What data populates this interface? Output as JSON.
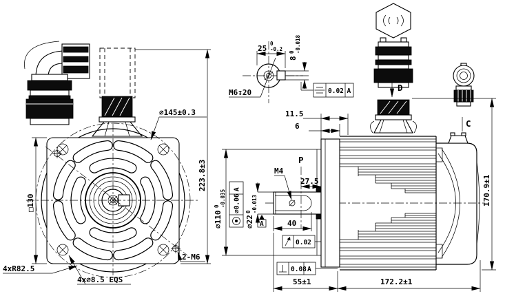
{
  "drawing": {
    "front": {
      "flange_circle": "⌀145±0.3",
      "total_height": "223.8±3",
      "square": "□130",
      "corner_radius": "4xR82.5",
      "mount_holes": "4x⌀8.5 EQS",
      "tapped_holes": "2-M6"
    },
    "detail": {
      "key_length": {
        "value": "25",
        "upper": "0",
        "lower": "-0.2"
      },
      "key_width": {
        "value": "8",
        "upper": "0",
        "lower": "-0.018"
      },
      "center_tap": "M6↧20",
      "symmetry": {
        "symbol": "symmetry",
        "value": "0.02",
        "datum": "A"
      }
    },
    "side": {
      "offset_fins": "11.5",
      "offset_spigot": "6",
      "plane_label": "P",
      "key_tap": "M4",
      "key_to_flange": "27.5",
      "key_length": "40",
      "pilot_dia": {
        "value": "⌀110",
        "upper": "0",
        "lower": "-0.035"
      },
      "shaft_dia": {
        "value": "⌀22",
        "upper": "0",
        "lower": "-0.013"
      },
      "concentricity": {
        "symbol": "concentricity",
        "value": "⌀0.06",
        "datum": "A"
      },
      "runout": {
        "symbol": "circular-runout",
        "value": "0.02"
      },
      "perpendicularity": {
        "symbol": "perpendicularity",
        "value": "0.08",
        "datum": "A"
      },
      "datum_label": "A",
      "shaft_length": "55±1",
      "overall_length": "172.2±1",
      "overall_height": "170.9±1",
      "connector_c": "C",
      "connector_d": "D"
    }
  }
}
